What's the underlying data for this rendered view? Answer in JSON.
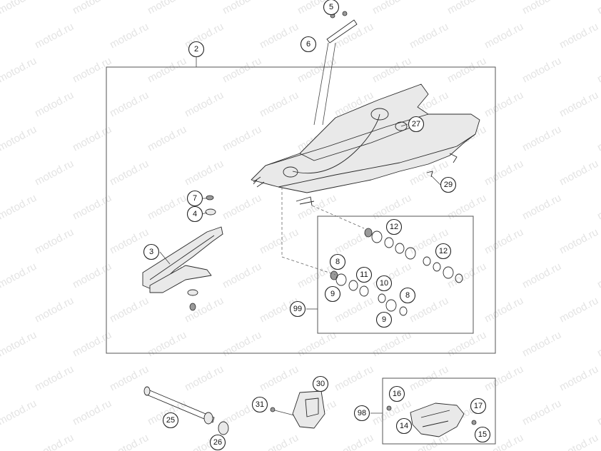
{
  "watermark": {
    "text": "motod.ru"
  },
  "callouts": {
    "c2": "2",
    "c3": "3",
    "c4": "4",
    "c5": "5",
    "c6": "6",
    "c7": "7",
    "c8a": "8",
    "c8b": "8",
    "c9a": "9",
    "c9b": "9",
    "c10": "10",
    "c11": "11",
    "c12a": "12",
    "c12b": "12",
    "c14": "14",
    "c15": "15",
    "c16": "16",
    "c17": "17",
    "c25": "25",
    "c26": "26",
    "c27": "27",
    "c29": "29",
    "c30": "30",
    "c31": "31",
    "c98": "98",
    "c99": "99"
  },
  "icons": {
    "swingarm": "swingarm-icon",
    "chain-slider": "chain-slider-icon",
    "chain-guide": "chain-guide-icon",
    "axle": "axle-icon",
    "bearing": "bearing-icon"
  },
  "colors": {
    "line": "#2a2a2a",
    "watermark": "#b0b0b0",
    "background": "#ffffff"
  }
}
